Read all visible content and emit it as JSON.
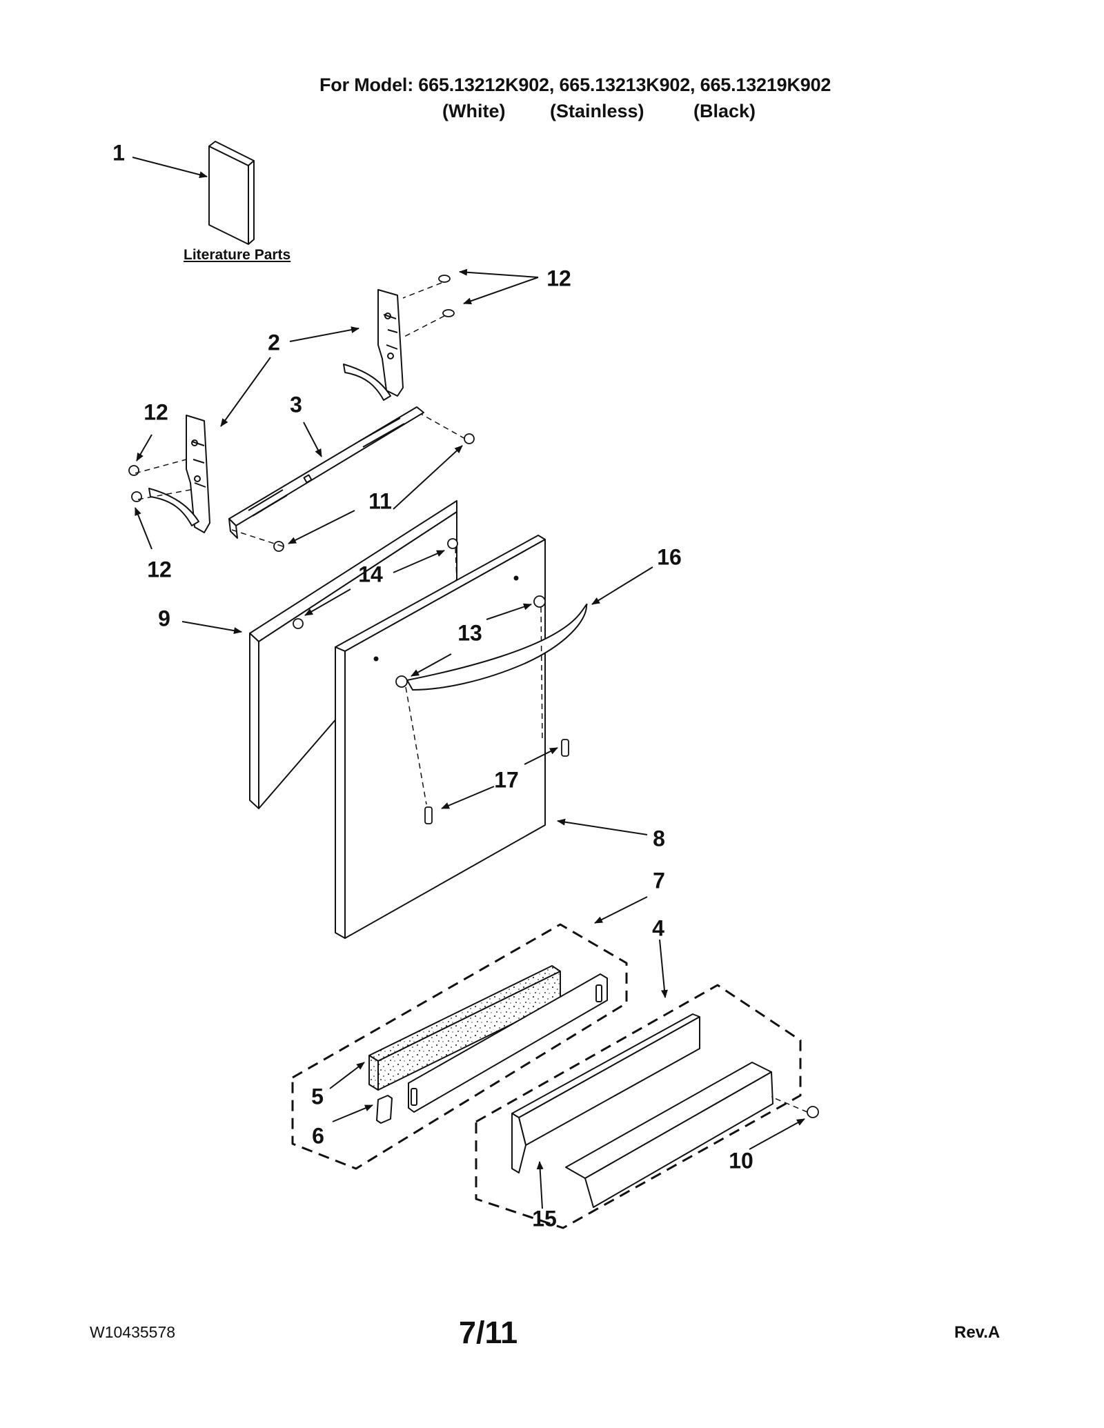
{
  "header": {
    "title": "For Model: 665.13212K902, 665.13213K902, 665.13219K902",
    "variants": [
      "(White)",
      "(Stainless)",
      "(Black)"
    ]
  },
  "literature_label": "Literature Parts",
  "callouts": [
    "1",
    "2",
    "3",
    "4",
    "5",
    "6",
    "7",
    "8",
    "9",
    "10",
    "11",
    "12",
    "12",
    "12",
    "13",
    "14",
    "15",
    "16",
    "17"
  ],
  "footer": {
    "doc_number": "W10435578",
    "page": "7/11",
    "revision": "Rev.A"
  }
}
